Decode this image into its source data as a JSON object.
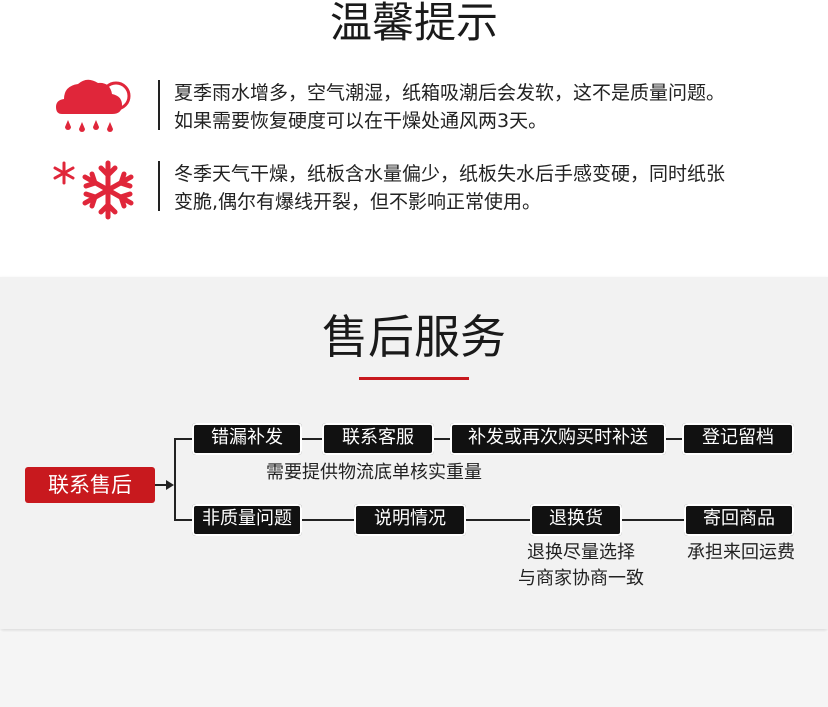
{
  "tips": {
    "title": "温馨提示",
    "items": [
      {
        "icon": "rain-cloud-icon",
        "lines": [
          "夏季雨水增多，空气潮湿，纸箱吸潮后会发软，这不是质量问题。",
          "如果需要恢复硬度可以在干燥处通风两3天。"
        ]
      },
      {
        "icon": "snowflake-icon",
        "lines": [
          "冬季天气干燥，纸板含水量偏少，纸板失水后手感变硬，同时纸张",
          "变脆,偶尔有爆线开裂，但不影响正常使用。"
        ]
      }
    ]
  },
  "service": {
    "title": "售后服务",
    "root": "联系售后",
    "row1": {
      "nodes": [
        "错漏补发",
        "联系客服",
        "补发或再次购买时补送",
        "登记留档"
      ],
      "note": "需要提供物流底单核实重量"
    },
    "row2": {
      "nodes": [
        "非质量问题",
        "说明情况",
        "退换货",
        "寄回商品"
      ],
      "note_a": [
        "退换尽量选择",
        "与商家协商一致"
      ],
      "note_b": "承担来回运费"
    }
  },
  "colors": {
    "accent": "#c8191e",
    "node_bg": "#111111",
    "section_bg": "#f2f2f2"
  }
}
